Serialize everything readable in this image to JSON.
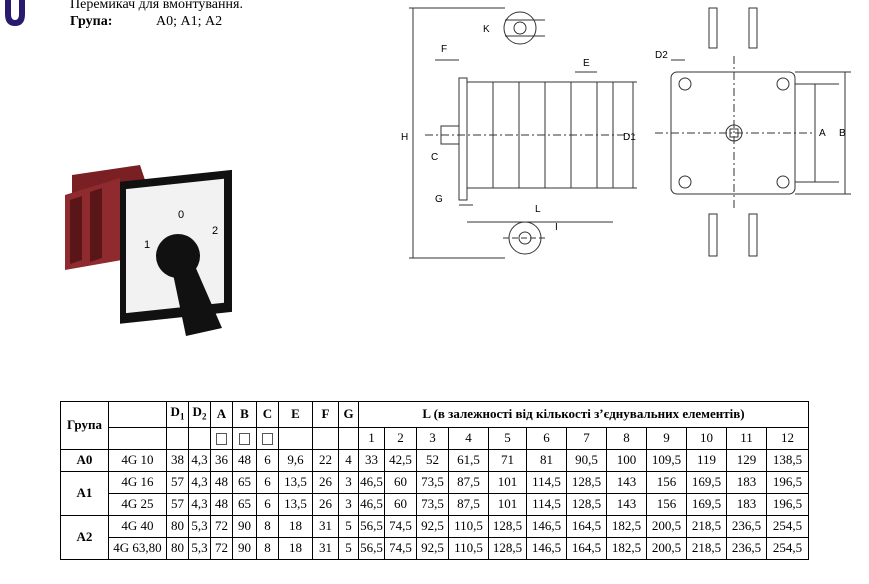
{
  "header": {
    "line1": "Перемикач для вмонтування.",
    "group_label": "Група:",
    "group_value": "А0; А1; А2"
  },
  "photo": {
    "pos_0": "0",
    "pos_1": "1",
    "pos_2": "2"
  },
  "drawing": {
    "labels": [
      "K",
      "F",
      "E",
      "D2",
      "H",
      "D1",
      "C",
      "G",
      "L",
      "I",
      "A",
      "B"
    ]
  },
  "table": {
    "group_header": "Група",
    "cols": [
      "D",
      "D",
      "A",
      "B",
      "C",
      "E",
      "F",
      "G"
    ],
    "col_subs": [
      "1",
      "2"
    ],
    "l_header": "L (в залежності від кількості з’єднувальних елементів)",
    "l_counts": [
      "1",
      "2",
      "3",
      "4",
      "5",
      "6",
      "7",
      "8",
      "9",
      "10",
      "11",
      "12"
    ],
    "rows": [
      {
        "group": "А0",
        "model": "4G 10",
        "vals": [
          "38",
          "4,3",
          "36",
          "48",
          "6",
          "9,6",
          "22",
          "4",
          "33",
          "42,5",
          "52",
          "61,5",
          "71",
          "81",
          "90,5",
          "100",
          "109,5",
          "119",
          "129",
          "138,5"
        ]
      },
      {
        "group": "А1",
        "model": "4G 16",
        "vals": [
          "57",
          "4,3",
          "48",
          "65",
          "6",
          "13,5",
          "26",
          "3",
          "46,5",
          "60",
          "73,5",
          "87,5",
          "101",
          "114,5",
          "128,5",
          "143",
          "156",
          "169,5",
          "183",
          "196,5"
        ]
      },
      {
        "group": "",
        "model": "4G 25",
        "vals": [
          "57",
          "4,3",
          "48",
          "65",
          "6",
          "13,5",
          "26",
          "3",
          "46,5",
          "60",
          "73,5",
          "87,5",
          "101",
          "114,5",
          "128,5",
          "143",
          "156",
          "169,5",
          "183",
          "196,5"
        ]
      },
      {
        "group": "А2",
        "model": "4G 40",
        "vals": [
          "80",
          "5,3",
          "72",
          "90",
          "8",
          "18",
          "31",
          "5",
          "56,5",
          "74,5",
          "92,5",
          "110,5",
          "128,5",
          "146,5",
          "164,5",
          "182,5",
          "200,5",
          "218,5",
          "236,5",
          "254,5"
        ]
      },
      {
        "group": "",
        "model": "4G 63,80",
        "vals": [
          "80",
          "5,3",
          "72",
          "90",
          "8",
          "18",
          "31",
          "5",
          "56,5",
          "74,5",
          "92,5",
          "110,5",
          "128,5",
          "146,5",
          "164,5",
          "182,5",
          "200,5",
          "218,5",
          "236,5",
          "254,5"
        ]
      }
    ]
  },
  "colors": {
    "logo": "#2a1a6e",
    "dark_red": "#7a1f24",
    "handle": "#111111",
    "dim_line": "#333333"
  }
}
